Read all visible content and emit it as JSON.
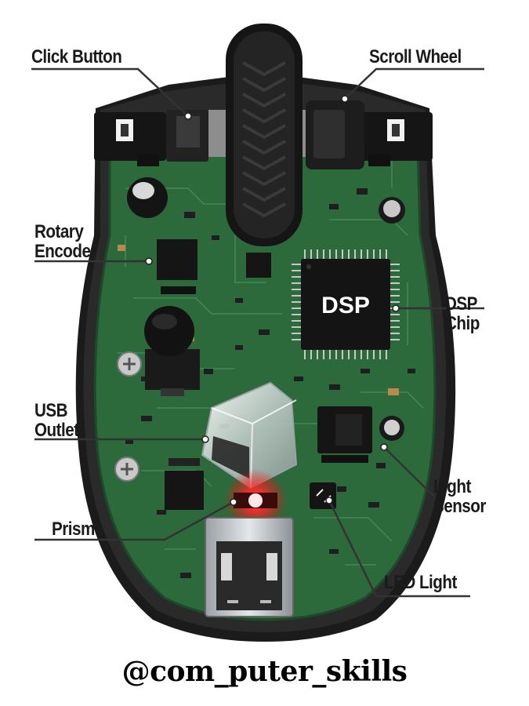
{
  "diagram": {
    "chip_text": "DSP",
    "labels": {
      "click_button": "Click Button",
      "scroll_wheel": "Scroll Wheel",
      "rotary_encoder": [
        "Rotary",
        "Encoder"
      ],
      "dsp_chip": [
        "DSP",
        "Chip"
      ],
      "usb_outlet": [
        "USB",
        "Outlet"
      ],
      "light_sensor": [
        "Light",
        "Sensor"
      ],
      "prism": "Prism",
      "led_light": "LED Light"
    },
    "watermark": "@com_puter_skills",
    "colors": {
      "pcb": "#2c6a3c",
      "housing": "#1b1b1b",
      "led": "#ff2a2a",
      "text": "#1a1a1a"
    }
  }
}
